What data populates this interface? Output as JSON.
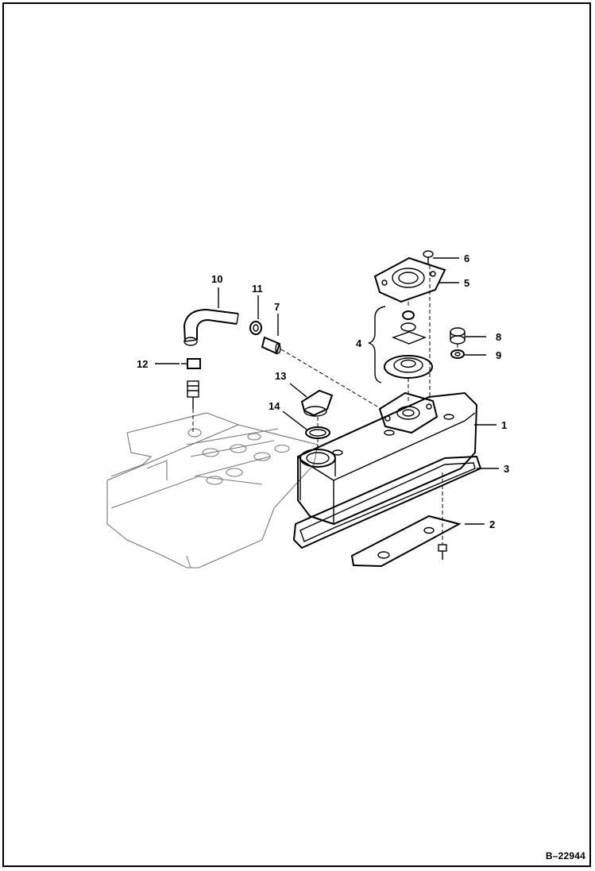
{
  "figure_code": "B–22944",
  "callouts": [
    "1",
    "2",
    "3",
    "4",
    "5",
    "6",
    "7",
    "8",
    "9",
    "10",
    "11",
    "12",
    "13",
    "14"
  ]
}
